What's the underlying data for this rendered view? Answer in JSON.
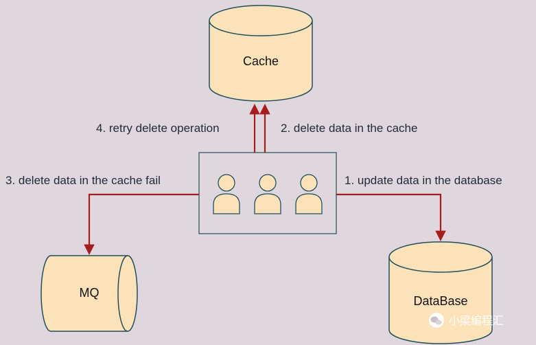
{
  "nodes": {
    "cache": "Cache",
    "mq": "MQ",
    "database": "DataBase"
  },
  "edges": {
    "step1": "1. update data in the database",
    "step2": "2. delete data in the cache",
    "step3": "3. delete data in the cache fail",
    "step4": "4. retry delete operation"
  },
  "watermark": "小梁编程汇",
  "colors": {
    "background": "#e0d6dd",
    "node_fill": "#fbe2b8",
    "node_stroke": "#1f4e5a",
    "arrow": "#a61d1d"
  }
}
